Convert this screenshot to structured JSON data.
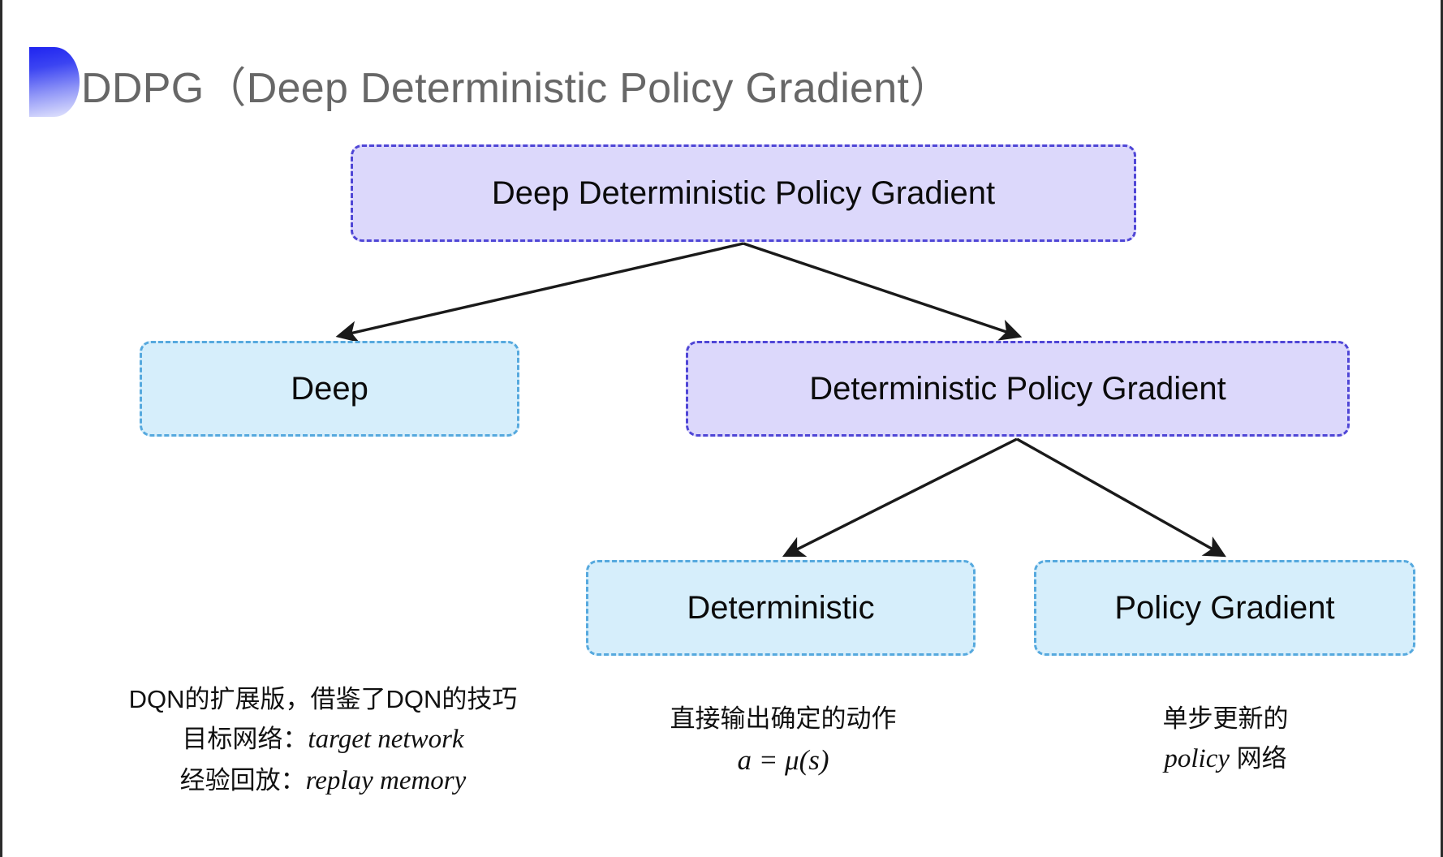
{
  "slide": {
    "title": "DDPG（Deep Deterministic Policy Gradient）",
    "bullet_icon": "half-ellipse-gradient-icon",
    "background_color": "#ffffff"
  },
  "palette": {
    "purple_fill": "#dcd8fb",
    "purple_border": "#4f46d6",
    "blue_fill": "#d6eefb",
    "blue_border": "#56a9de",
    "title_color": "#676767",
    "text_color": "#111111",
    "arrow_color": "#1a1a1a",
    "bullet_gradient_start": "#1f24f0",
    "bullet_gradient_end": "#e6e8fd"
  },
  "diagram": {
    "type": "tree",
    "nodes": [
      {
        "id": "root",
        "label": "Deep Deterministic Policy Gradient",
        "style": "purple",
        "level": 0
      },
      {
        "id": "deep",
        "label": "Deep",
        "style": "blue",
        "level": 1
      },
      {
        "id": "dpg",
        "label": "Deterministic Policy Gradient",
        "style": "purple",
        "level": 1
      },
      {
        "id": "deterministic",
        "label": "Deterministic",
        "style": "blue",
        "level": 2
      },
      {
        "id": "policy_gradient",
        "label": "Policy Gradient",
        "style": "blue",
        "level": 2
      }
    ],
    "edges": [
      {
        "from": "root",
        "to": "deep",
        "arrow": true
      },
      {
        "from": "root",
        "to": "dpg",
        "arrow": true
      },
      {
        "from": "dpg",
        "to": "deterministic",
        "arrow": true
      },
      {
        "from": "dpg",
        "to": "policy_gradient",
        "arrow": true
      }
    ]
  },
  "annotations": {
    "deep": {
      "line1": "DQN的扩展版，借鉴了DQN的技巧",
      "line2_label": "目标网络：",
      "line2_term": "target network",
      "line3_label": "经验回放：",
      "line3_term": "replay memory"
    },
    "deterministic": {
      "line1": "直接输出确定的动作",
      "formula": "a = μ(s)"
    },
    "policy_gradient": {
      "line1": "单步更新的",
      "line2_term": "policy",
      "line2_suffix": " 网络"
    }
  }
}
